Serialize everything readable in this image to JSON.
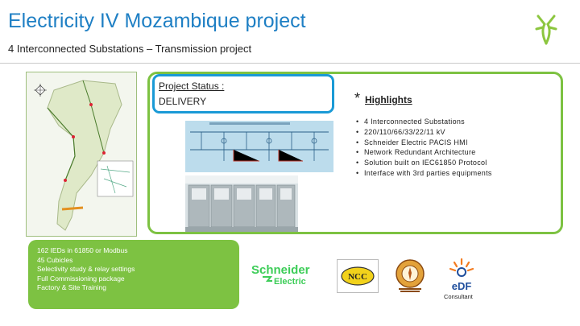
{
  "header": {
    "title": "Electricity IV Mozambique project",
    "subtitle": "4 Interconnected Substations – Transmission project"
  },
  "status": {
    "label": "Project Status :",
    "value": "DELIVERY"
  },
  "highlights": {
    "marker": "*",
    "title": "Highlights",
    "items": [
      "4 Interconnected Substations",
      "220/110/66/33/22/11 kV",
      "Schneider Electric PACIS HMI",
      "Network Redundant Architecture",
      "Solution built on IEC61850 Protocol",
      "Interface with 3rd parties equipments"
    ]
  },
  "scope": {
    "lines": [
      "162 IEDs in 61850 or Modbus",
      "45 Cubicles",
      "Selectivity study & relay settings",
      "Full Commissioning package",
      "Factory & Site Training"
    ]
  },
  "logos": {
    "schneider_top": "Schneider",
    "schneider_bottom": "Electric",
    "ncc": "NCC",
    "edf": "eDF",
    "consultant": "Consultant"
  },
  "colors": {
    "title_blue": "#1e7fc4",
    "green": "#7dc242",
    "status_border": "#1a9ad6",
    "schneider_green": "#3dcd58"
  }
}
